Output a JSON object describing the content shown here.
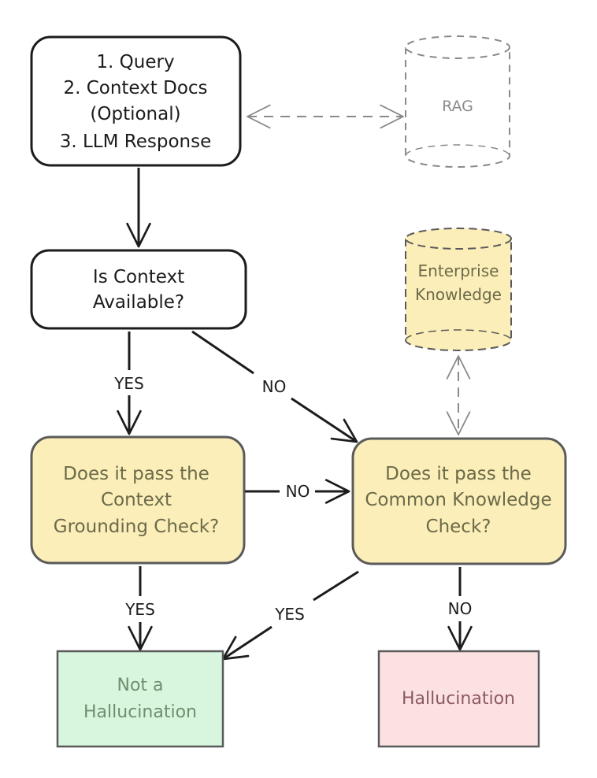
{
  "nodes": {
    "input_box": {
      "lines": [
        "1. Query",
        "2. Context Docs",
        "(Optional)",
        "3. LLM Response"
      ]
    },
    "rag_store": {
      "label": "RAG"
    },
    "context_check": {
      "lines": [
        "Is Context",
        "Available?"
      ]
    },
    "enterprise_store": {
      "lines": [
        "Enterprise",
        "Knowledge"
      ]
    },
    "grounding_check": {
      "lines": [
        "Does it pass the",
        "Context",
        "Grounding Check?"
      ]
    },
    "common_check": {
      "lines": [
        "Does it pass the",
        "Common Knowledge",
        "Check?"
      ]
    },
    "not_hallucination": {
      "lines": [
        "Not a",
        "Hallucination"
      ]
    },
    "hallucination": {
      "label": "Hallucination"
    }
  },
  "edges": {
    "context_yes": "YES",
    "context_no": "NO",
    "grounding_no": "NO",
    "grounding_yes": "YES",
    "common_yes": "YES",
    "common_no": "NO"
  },
  "colors": {
    "stroke": "#1c1c1c",
    "yellow_fill": "#fbeeb8",
    "yellow_stroke": "#5a5a5a",
    "green_fill": "#d8f5de",
    "pink_fill": "#fce1e3",
    "dashed_gray": "#8a8a8a",
    "olive_text": "#6b6a4a",
    "green_text": "#6f8f6f",
    "pink_text": "#8c5a60"
  }
}
